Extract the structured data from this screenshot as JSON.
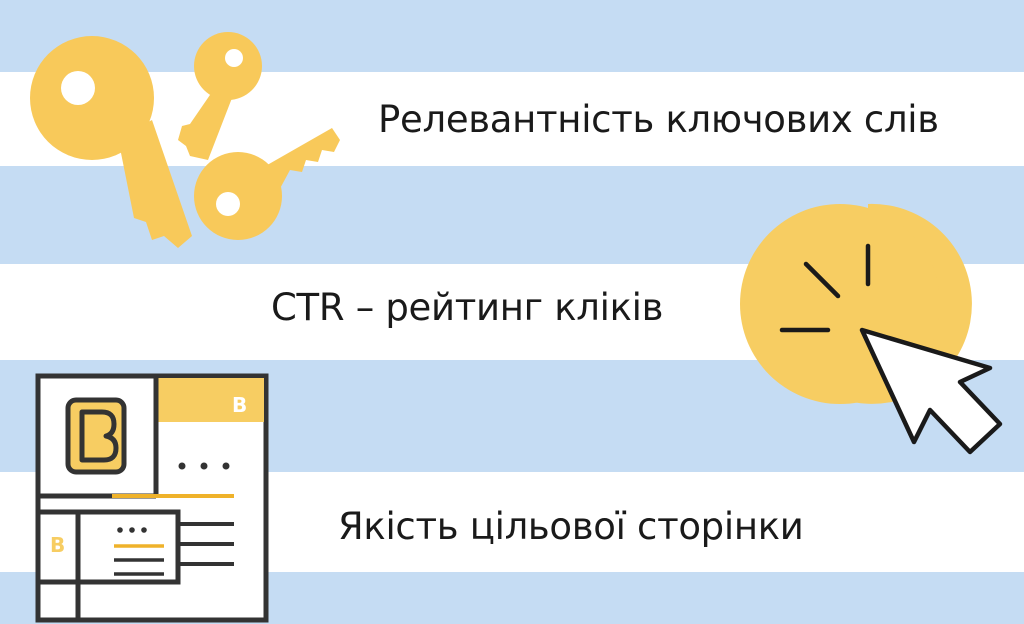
{
  "labels": {
    "keyword_relevance": "Релевантність ключових слів",
    "ctr": "CTR – рейтинг кліків",
    "landing_quality": "Якість цільової сторінки"
  },
  "icons": {
    "keys": "key-icon",
    "click": "cursor-click-icon",
    "page": "landing-page-icon",
    "page_mark": "B"
  },
  "colors": {
    "stripe_blue": "#c5dcf3",
    "stripe_white": "#ffffff",
    "key_yellow": "#f8c95a",
    "key_shade": "#f2bb44",
    "accent_yellow": "#f7cd62",
    "outline_dark": "#333333",
    "line_gold": "#efb22a"
  }
}
